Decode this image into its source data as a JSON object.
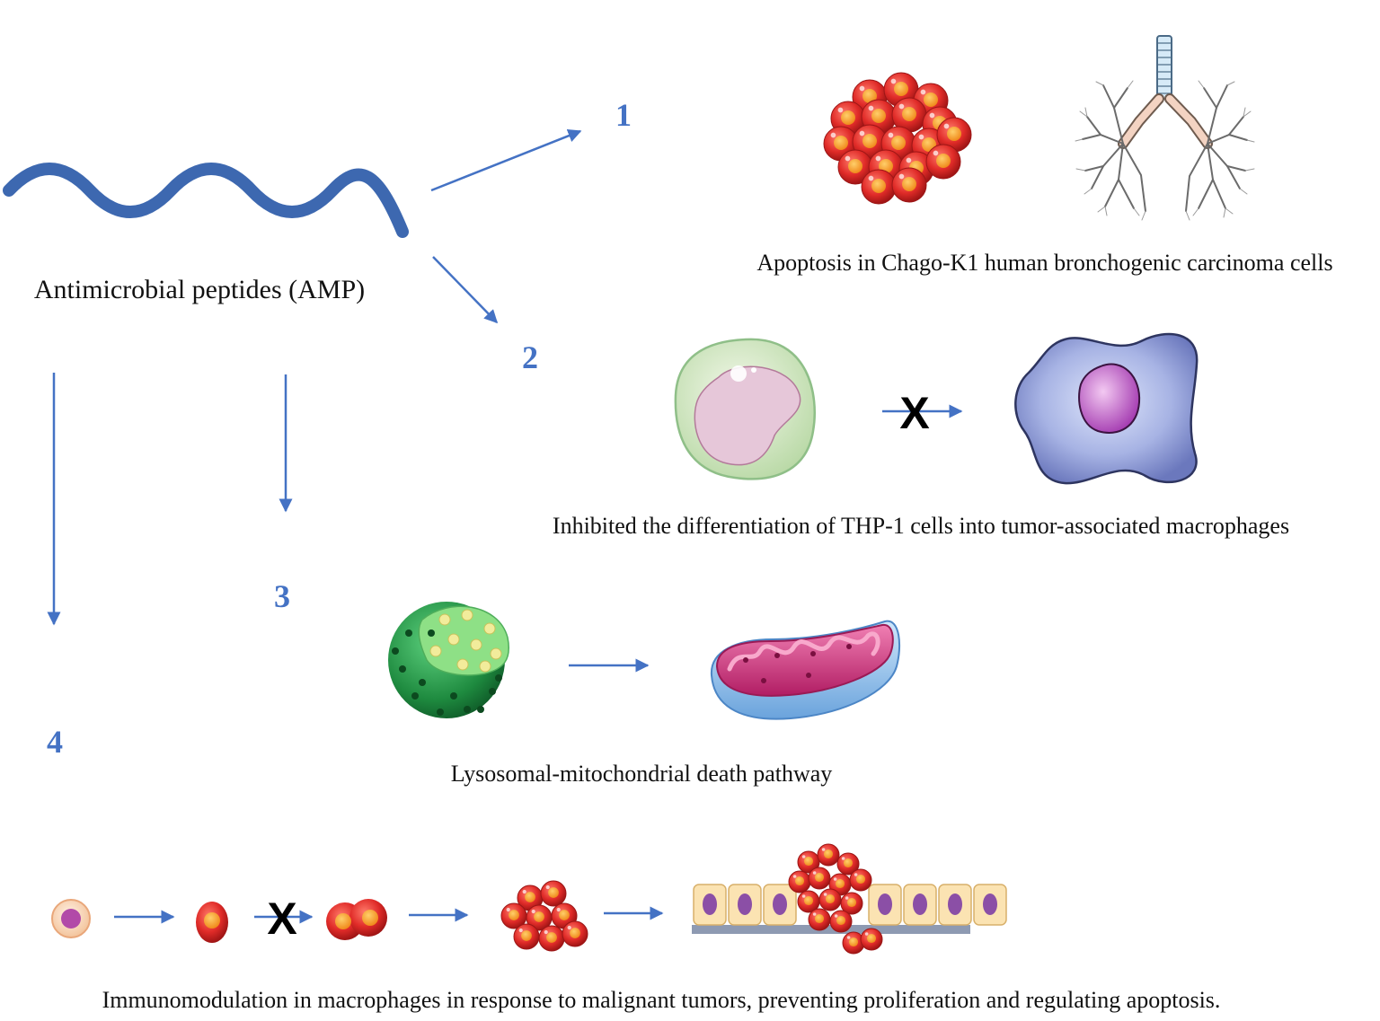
{
  "peptide": {
    "label": "Antimicrobial peptides (AMP)"
  },
  "pathways": [
    {
      "number": "1",
      "caption": "Apoptosis in Chago-K1 human bronchogenic carcinoma cells"
    },
    {
      "number": "2",
      "caption": "Inhibited the differentiation of THP-1 cells into  tumor-associated macrophages",
      "blocked_mark": "X"
    },
    {
      "number": "3",
      "caption": "Lysosomal-mitochondrial death pathway"
    },
    {
      "number": "4",
      "caption": "Immunomodulation in macrophages in response to malignant tumors, preventing proliferation and regulating apoptosis.",
      "blocked_mark": "X"
    }
  ],
  "colors": {
    "arrow": "#4472c4",
    "peptide": "#3d68b0",
    "numbers": "#4472c4",
    "tumor_red": "#d62a2a",
    "macrophage": "#7f8fc9",
    "lysosome": "#2a9148",
    "mitochondrion": "#d2347a"
  },
  "icons": [
    "peptide-wave-icon",
    "tumor-cell-cluster-icon",
    "lung-bronchi-icon",
    "monocyte-cell-icon",
    "macrophage-cell-icon",
    "lysosome-icon",
    "mitochondrion-icon",
    "single-cell-icon",
    "dividing-cell-icon",
    "tumor-tissue-icon"
  ]
}
